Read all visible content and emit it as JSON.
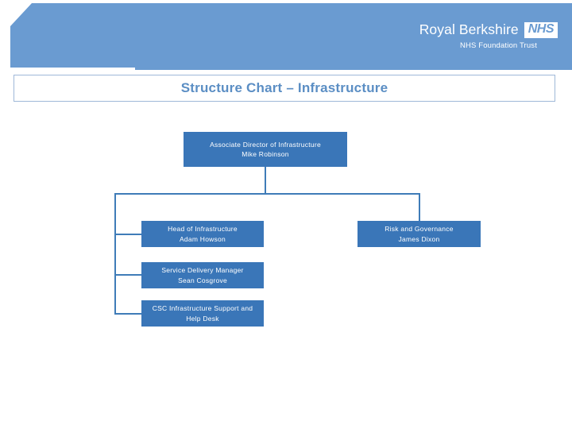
{
  "header": {
    "trust_name": "Royal Berkshire",
    "nhs_mark": "NHS",
    "trust_subtitle": "NHS Foundation Trust",
    "banner_color": "#6a9bd1"
  },
  "title": {
    "text": "Structure Chart – Infrastructure",
    "color": "#5b8ec4"
  },
  "chart": {
    "node_color": "#3a76b8",
    "connector_color": "#3f7cb8",
    "root": {
      "role": "Associate Director of Infrastructure",
      "name": "Mike Robinson"
    },
    "children": [
      {
        "role": "Head of Infrastructure",
        "name": "Adam Howson"
      },
      {
        "role": "Service Delivery Manager",
        "name": "Sean Cosgrove"
      },
      {
        "role": "CSC Infrastructure Support and",
        "name": "Help Desk"
      },
      {
        "role": "Risk and Governance",
        "name": "James Dixon"
      }
    ]
  }
}
